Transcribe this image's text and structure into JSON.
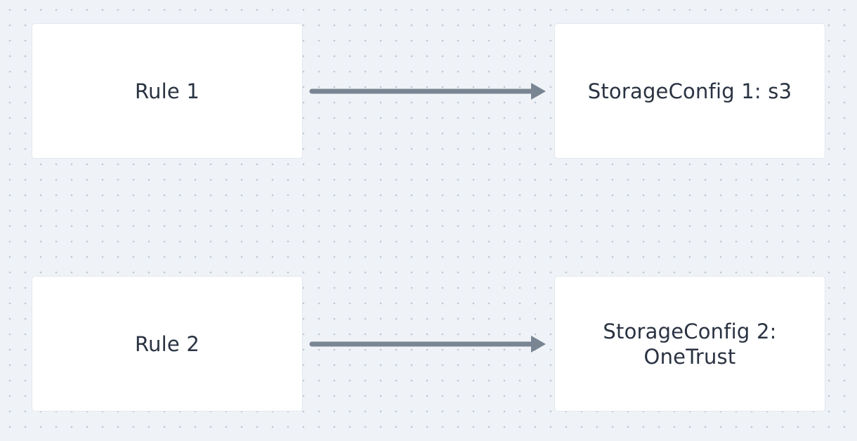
{
  "diagram": {
    "nodes": [
      {
        "id": "rule-1",
        "label": "Rule 1"
      },
      {
        "id": "storage-config-1",
        "label": "StorageConfig 1: s3"
      },
      {
        "id": "rule-2",
        "label": "Rule 2"
      },
      {
        "id": "storage-config-2",
        "label": "StorageConfig 2: OneTrust"
      }
    ],
    "edges": [
      {
        "from": "rule-1",
        "to": "storage-config-1"
      },
      {
        "from": "rule-2",
        "to": "storage-config-2"
      }
    ]
  },
  "colors": {
    "background": "#eff3f7",
    "node_fill": "#ffffff",
    "node_text": "#2a3342",
    "arrow": "#7a8593"
  }
}
